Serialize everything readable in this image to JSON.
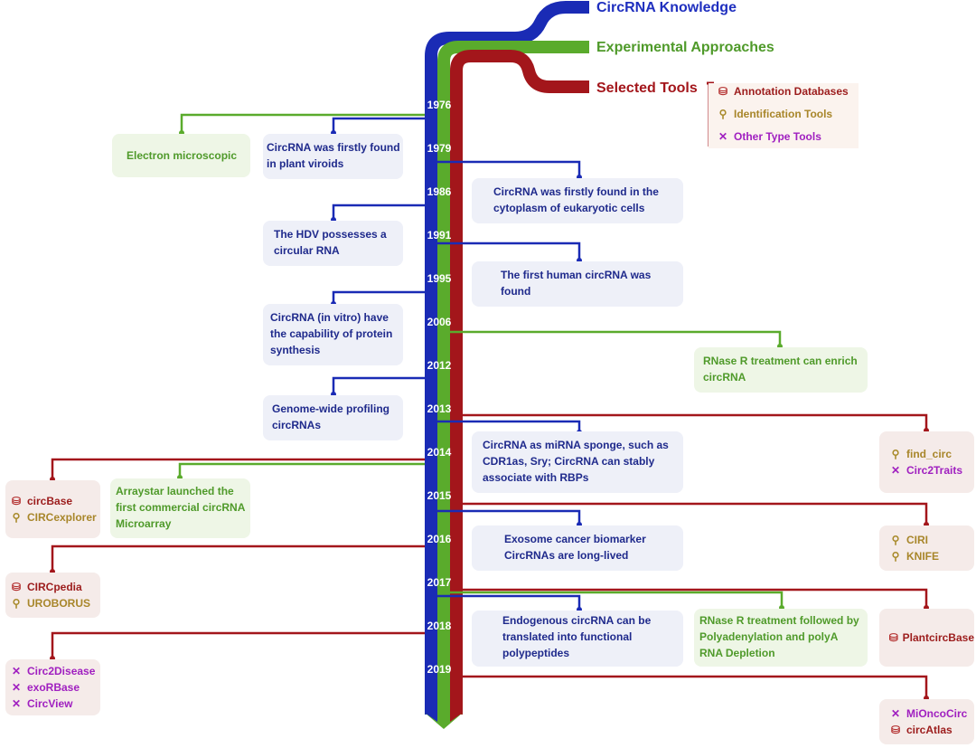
{
  "headers": {
    "knowledge": "CircRNA Knowledge",
    "experimental": "Experimental Approaches",
    "tools": "Selected Tools"
  },
  "legend": {
    "annotation": "Annotation Databases",
    "identification": "Identification Tools",
    "other": "Other Type Tools"
  },
  "years": [
    "1976",
    "1979",
    "1986",
    "1991",
    "1995",
    "2006",
    "2012",
    "2013",
    "2014",
    "2015",
    "2016",
    "2017",
    "2018",
    "2019"
  ],
  "knowledge_boxes": [
    {
      "year": "1979",
      "lines": [
        "CircRNA was firstly found",
        "in plant viroids"
      ]
    },
    {
      "year": "1986",
      "lines": [
        "CircRNA was firstly found in the",
        "cytoplasm of eukaryotic cells"
      ]
    },
    {
      "year": "1991",
      "lines": [
        "The HDV possesses a",
        "circular RNA"
      ]
    },
    {
      "year": "1995",
      "lines": [
        "The first human circRNA was",
        "found"
      ]
    },
    {
      "year": "2006",
      "lines": [
        "CircRNA (in vitro) have",
        "the capability of protein",
        "synthesis"
      ]
    },
    {
      "year": "2012",
      "lines": [
        "Genome-wide profiling",
        "circRNAs"
      ]
    },
    {
      "year": "2013",
      "lines": [
        "CircRNA as miRNA sponge, such as",
        "CDR1as, Sry; CircRNA can stably",
        "associate with RBPs"
      ]
    },
    {
      "year": "2016",
      "lines": [
        "Exosome cancer biomarker",
        "CircRNAs are long-lived"
      ]
    },
    {
      "year": "2017",
      "lines": [
        "Endogenous circRNA can be",
        "translated into functional",
        "polypeptides"
      ]
    }
  ],
  "experimental_boxes": [
    {
      "year": "1976",
      "lines": [
        "Electron microscopic"
      ]
    },
    {
      "year": "2006",
      "lines": [
        "RNase R treatment can enrich",
        "circRNA"
      ]
    },
    {
      "year": "2014",
      "lines": [
        "Arraystar launched the",
        "first commercial circRNA",
        "Microarray"
      ]
    },
    {
      "year": "2017",
      "lines": [
        "RNase R treatment followed by",
        "Polyadenylation and polyA",
        "RNA Depletion"
      ]
    }
  ],
  "tool_boxes": [
    {
      "year": "2013",
      "items": [
        {
          "type": "identification",
          "name": "find_circ"
        },
        {
          "type": "other",
          "name": "Circ2Traits"
        }
      ]
    },
    {
      "year": "2014",
      "items": [
        {
          "type": "annotation",
          "name": "circBase"
        },
        {
          "type": "identification",
          "name": "CIRCexplorer"
        }
      ]
    },
    {
      "year": "2015",
      "items": [
        {
          "type": "identification",
          "name": "CIRI"
        },
        {
          "type": "identification",
          "name": "KNIFE"
        }
      ]
    },
    {
      "year": "2016",
      "items": [
        {
          "type": "annotation",
          "name": "CIRCpedia"
        },
        {
          "type": "identification",
          "name": "UROBORUS"
        }
      ]
    },
    {
      "year": "2017",
      "items": [
        {
          "type": "annotation",
          "name": "PlantcircBase"
        }
      ]
    },
    {
      "year": "2018",
      "items": [
        {
          "type": "other",
          "name": "Circ2Disease"
        },
        {
          "type": "other",
          "name": "exoRBase"
        },
        {
          "type": "other",
          "name": "CircView"
        }
      ]
    },
    {
      "year": "2019",
      "items": [
        {
          "type": "other",
          "name": "MiOncoCirc"
        },
        {
          "type": "annotation",
          "name": "circAtlas"
        }
      ]
    }
  ],
  "colors": {
    "knowledge": "#1a2bb5",
    "experimental": "#5aab2c",
    "tools": "#a3161b"
  }
}
